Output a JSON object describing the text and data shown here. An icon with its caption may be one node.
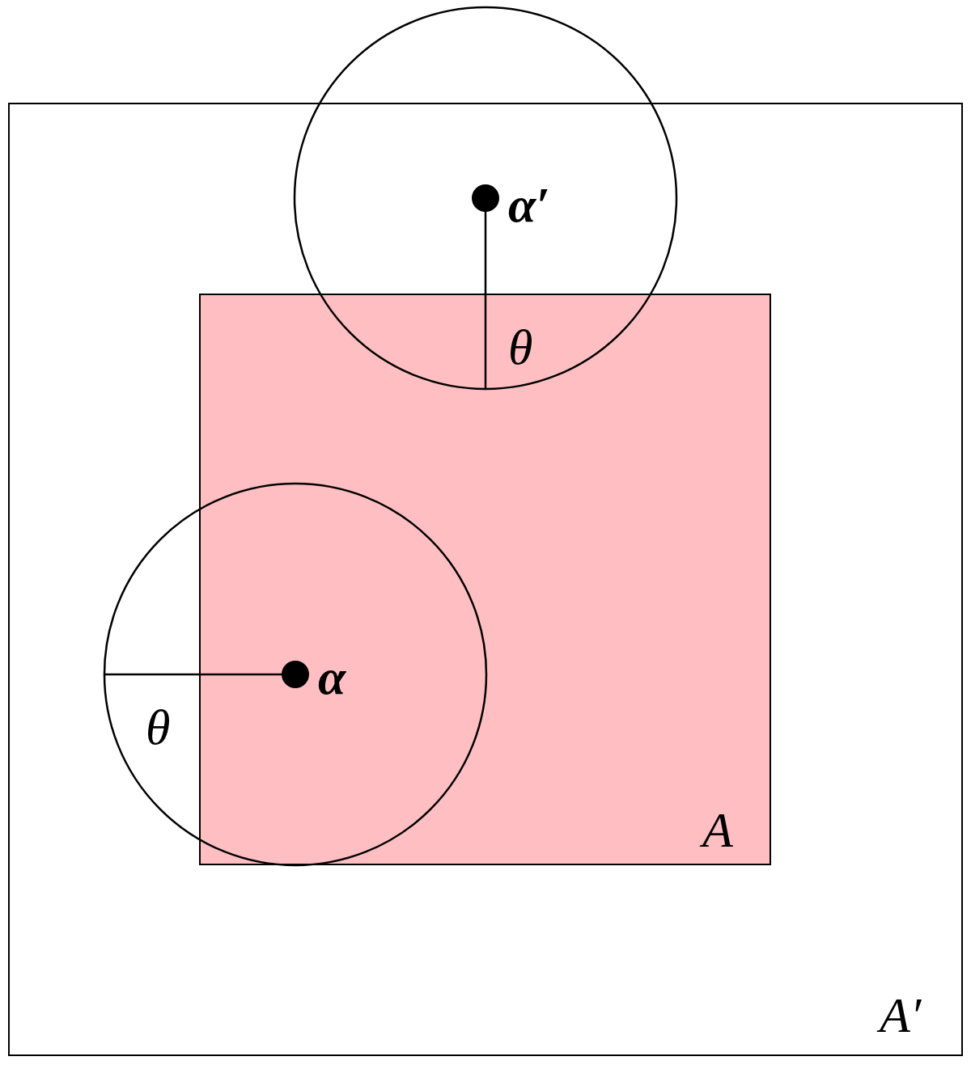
{
  "diagram": {
    "nodes": [
      {
        "text": [
          "A′"
        ]
      },
      {
        "text": [
          "A"
        ],
        "in": 0
      }
    ],
    "labels": [
      "α′",
      "θ",
      "α",
      "θ"
    ]
  }
}
